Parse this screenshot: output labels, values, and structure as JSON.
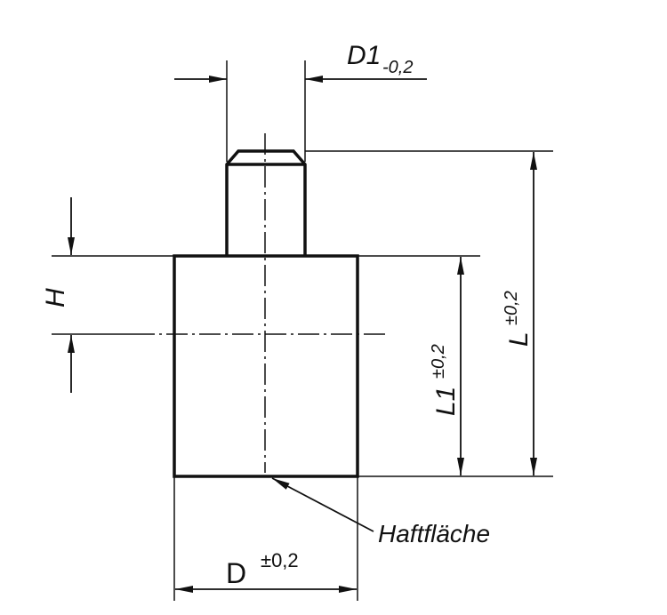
{
  "drawing": {
    "labels": {
      "d1": "D1",
      "d1_tol": "-0,2",
      "l": "L",
      "l_tol": "±0,2",
      "l1": "L1",
      "l1_tol": "±0,2",
      "h": "H",
      "d": "D",
      "d_tol": "±0,2",
      "surface": "Haftfläche"
    },
    "colors": {
      "line": "#111111",
      "background": "#ffffff"
    }
  }
}
